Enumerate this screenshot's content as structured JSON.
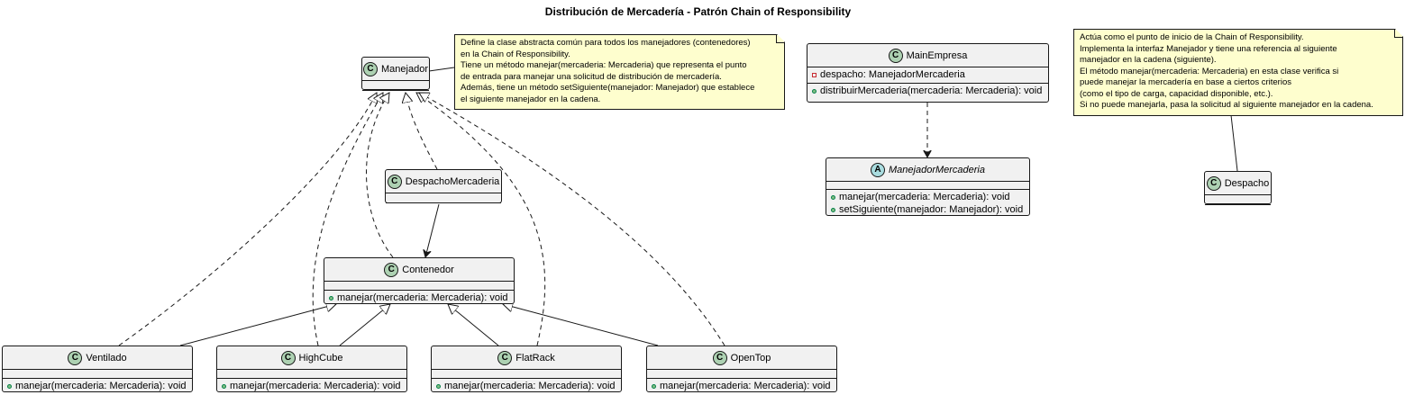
{
  "title": "Distribución de Mercadería - Patrón Chain of Responsibility",
  "classes": {
    "manejador": {
      "badge": "C",
      "name": "Manejador"
    },
    "despacho_mercaderia": {
      "badge": "C",
      "name": "DespachoMercaderia"
    },
    "contenedor": {
      "badge": "C",
      "name": "Contenedor",
      "methods": [
        "manejar(mercaderia: Mercaderia): void"
      ]
    },
    "ventilado": {
      "badge": "C",
      "name": "Ventilado",
      "methods": [
        "manejar(mercaderia: Mercaderia): void"
      ]
    },
    "highcube": {
      "badge": "C",
      "name": "HighCube",
      "methods": [
        "manejar(mercaderia: Mercaderia): void"
      ]
    },
    "flatrack": {
      "badge": "C",
      "name": "FlatRack",
      "methods": [
        "manejar(mercaderia: Mercaderia): void"
      ]
    },
    "opentop": {
      "badge": "C",
      "name": "OpenTop",
      "methods": [
        "manejar(mercaderia: Mercaderia): void"
      ]
    },
    "main_empresa": {
      "badge": "C",
      "name": "MainEmpresa",
      "fields": [
        "despacho: ManejadorMercaderia"
      ],
      "methods": [
        "distribuirMercaderia(mercaderia: Mercaderia): void"
      ]
    },
    "manejador_mercaderia": {
      "badge": "A",
      "name": "ManejadorMercaderia",
      "methods": [
        "manejar(mercaderia: Mercaderia): void",
        "setSiguiente(manejador: Manejador): void"
      ]
    },
    "despacho": {
      "badge": "C",
      "name": "Despacho"
    }
  },
  "notes": {
    "manejador_note": [
      "Define la clase abstracta común para todos los manejadores (contenedores)",
      "en la Chain of Responsibility.",
      "Tiene un método manejar(mercaderia: Mercaderia) que representa el punto",
      "de entrada para manejar una solicitud de distribución de mercadería.",
      "Además, tiene un método setSiguiente(manejador: Manejador) que establece",
      "el siguiente manejador en la cadena."
    ],
    "despacho_note": [
      "Actúa como el punto de inicio de la Chain of Responsibility.",
      "Implementa la interfaz Manejador y tiene una referencia al siguiente",
      "manejador en la cadena (siguiente).",
      "El método manejar(mercaderia: Mercaderia) en esta clase verifica si",
      "puede manejar la mercadería en base a ciertos criterios",
      "(como el tipo de carga, capacidad disponible, etc.).",
      "Si no puede manejarla, pasa la solicitud al siguiente manejador en la cadena."
    ]
  },
  "colors": {
    "class_bg": "#f1f1f1",
    "class_border": "#181818",
    "class_badge": "#add1b2",
    "abstract_badge": "#a9dcdf",
    "note_bg": "#fefece"
  }
}
